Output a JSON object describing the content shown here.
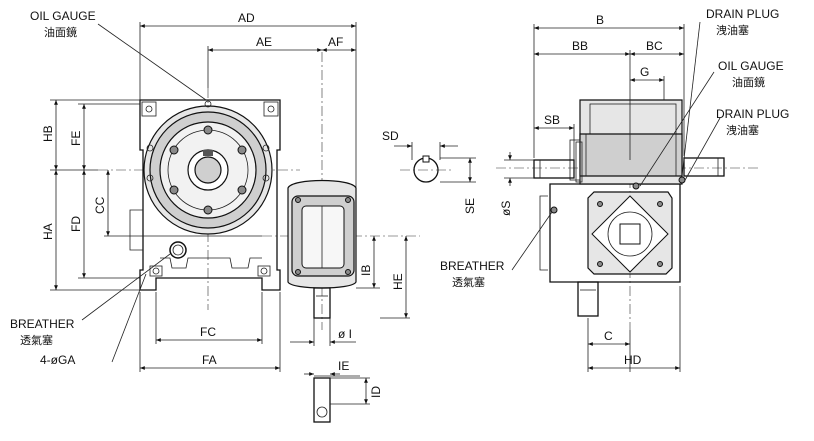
{
  "labels": {
    "oil_gauge_left_en": "OIL GAUGE",
    "oil_gauge_left_cn": "油面鏡",
    "breather_left_en": "BREATHER",
    "breather_left_cn": "透氣塞",
    "holes": "4-øGA",
    "drain_plug_top_en": "DRAIN PLUG",
    "drain_plug_top_cn": "洩油塞",
    "oil_gauge_right_en": "OIL GAUGE",
    "oil_gauge_right_cn": "油面鏡",
    "drain_plug_right_en": "DRAIN PLUG",
    "drain_plug_right_cn": "洩油塞",
    "breather_right_en": "BREATHER",
    "breather_right_cn": "透氣塞"
  },
  "dimensions": {
    "ad": "AD",
    "ae": "AE",
    "af": "AF",
    "hb": "HB",
    "fe": "FE",
    "ha": "HA",
    "fd": "FD",
    "cc": "CC",
    "fc": "FC",
    "fa": "FA",
    "ib": "IB",
    "he": "HE",
    "phi_i": "ø I",
    "ie": "IE",
    "id": "ID",
    "sd": "SD",
    "se": "SE",
    "b": "B",
    "bb": "BB",
    "bc": "BC",
    "g": "G",
    "sb": "SB",
    "phi_s": "øS",
    "c": "C",
    "hd": "HD"
  }
}
